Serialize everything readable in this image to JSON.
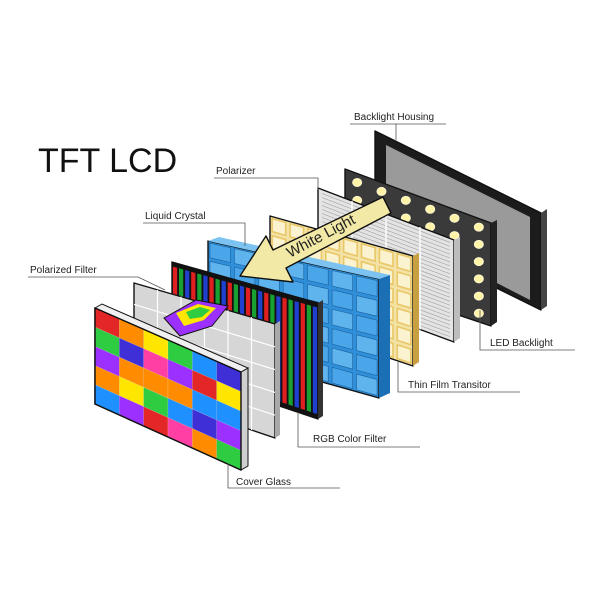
{
  "title": "TFT LCD",
  "labels": {
    "backlight_housing": "Backlight Housing",
    "polarizer": "Polarizer",
    "liquid_crystal": "Liquid Crystal",
    "polarized_filter": "Polarized Filter",
    "led_backlight": "LED Backlight",
    "thin_film_transistor": "Thin Film Transitor",
    "rgb_color_filter": "RGB Color Filter",
    "cover_glass": "Cover Glass"
  },
  "arrow_text": "White Light",
  "colors": {
    "housing_frame": "#222222",
    "housing_screen": "#9a9a9a",
    "led_panel": "#3a3a3a",
    "led_dot": "#fff3a8",
    "polarizer": "#e4e4e4",
    "tft_gold": "#e9c766",
    "liquid_crystal": "#2f8fd8",
    "filter_red": "#e02020",
    "filter_green": "#18a030",
    "filter_blue": "#2040d0",
    "arrow_fill": "#f2e9a6",
    "outline": "#111111"
  },
  "cover_glass_palette": [
    "#e32626",
    "#ff8c00",
    "#ffe600",
    "#2ecc40",
    "#1e90ff",
    "#3f2fd6",
    "#9b30ff",
    "#ff3fa4"
  ]
}
